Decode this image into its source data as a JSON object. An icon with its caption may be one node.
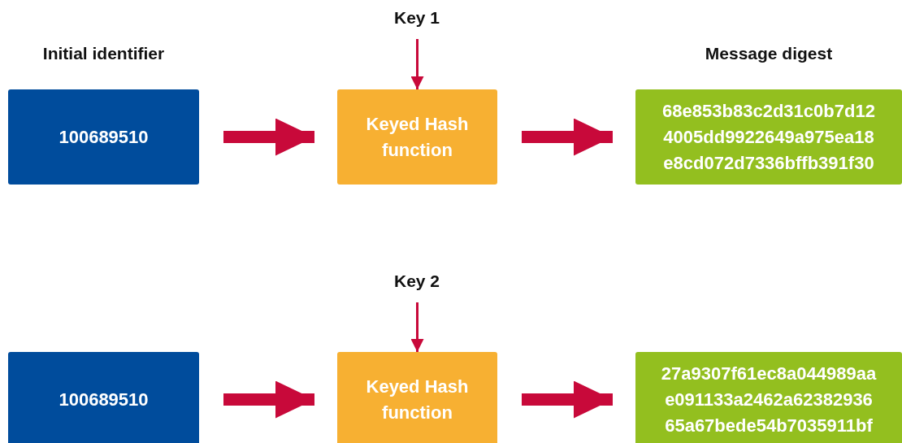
{
  "diagram": {
    "nodes": [
      {
        "text": [
          "Key 1"
        ]
      },
      {
        "text": [
          "Initial identifier",
          "100689510"
        ]
      },
      {
        "text": [
          "Keyed Hash function"
        ]
      },
      {
        "text": [
          "Message digest",
          "68e853b83c2d31c0b7d12 4005dd9922649a975ea18 e8cd072d7336bffb391f30"
        ]
      },
      {
        "text": [
          "Key 2"
        ]
      },
      {
        "text": [
          "100689510"
        ]
      },
      {
        "text": [
          "Keyed Hash function"
        ]
      },
      {
        "text": [
          "27a9307f61ec8a044989aa e091133a2462a62382936 65a67bede54b7035911bf"
        ]
      }
    ],
    "edges": [
      {
        "from": 0,
        "to": 2,
        "arrow": "to"
      },
      {
        "from": 1,
        "to": 2,
        "arrow": "to"
      },
      {
        "from": 2,
        "to": 3,
        "arrow": "to"
      },
      {
        "from": 4,
        "to": 6,
        "arrow": "to"
      },
      {
        "from": 5,
        "to": 6,
        "arrow": "to"
      },
      {
        "from": 6,
        "to": 7,
        "arrow": "to"
      }
    ]
  }
}
